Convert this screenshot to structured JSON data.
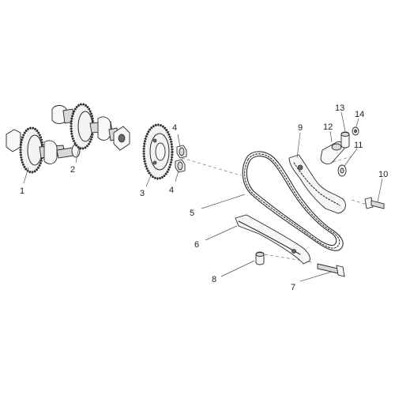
{
  "callouts": {
    "c1": "1",
    "c2": "2",
    "c3": "3",
    "c4a": "4",
    "c4b": "4",
    "c5": "5",
    "c6": "6",
    "c7": "7",
    "c8": "8",
    "c9": "9",
    "c10": "10",
    "c11": "11",
    "c12": "12",
    "c13": "13",
    "c14": "14"
  }
}
